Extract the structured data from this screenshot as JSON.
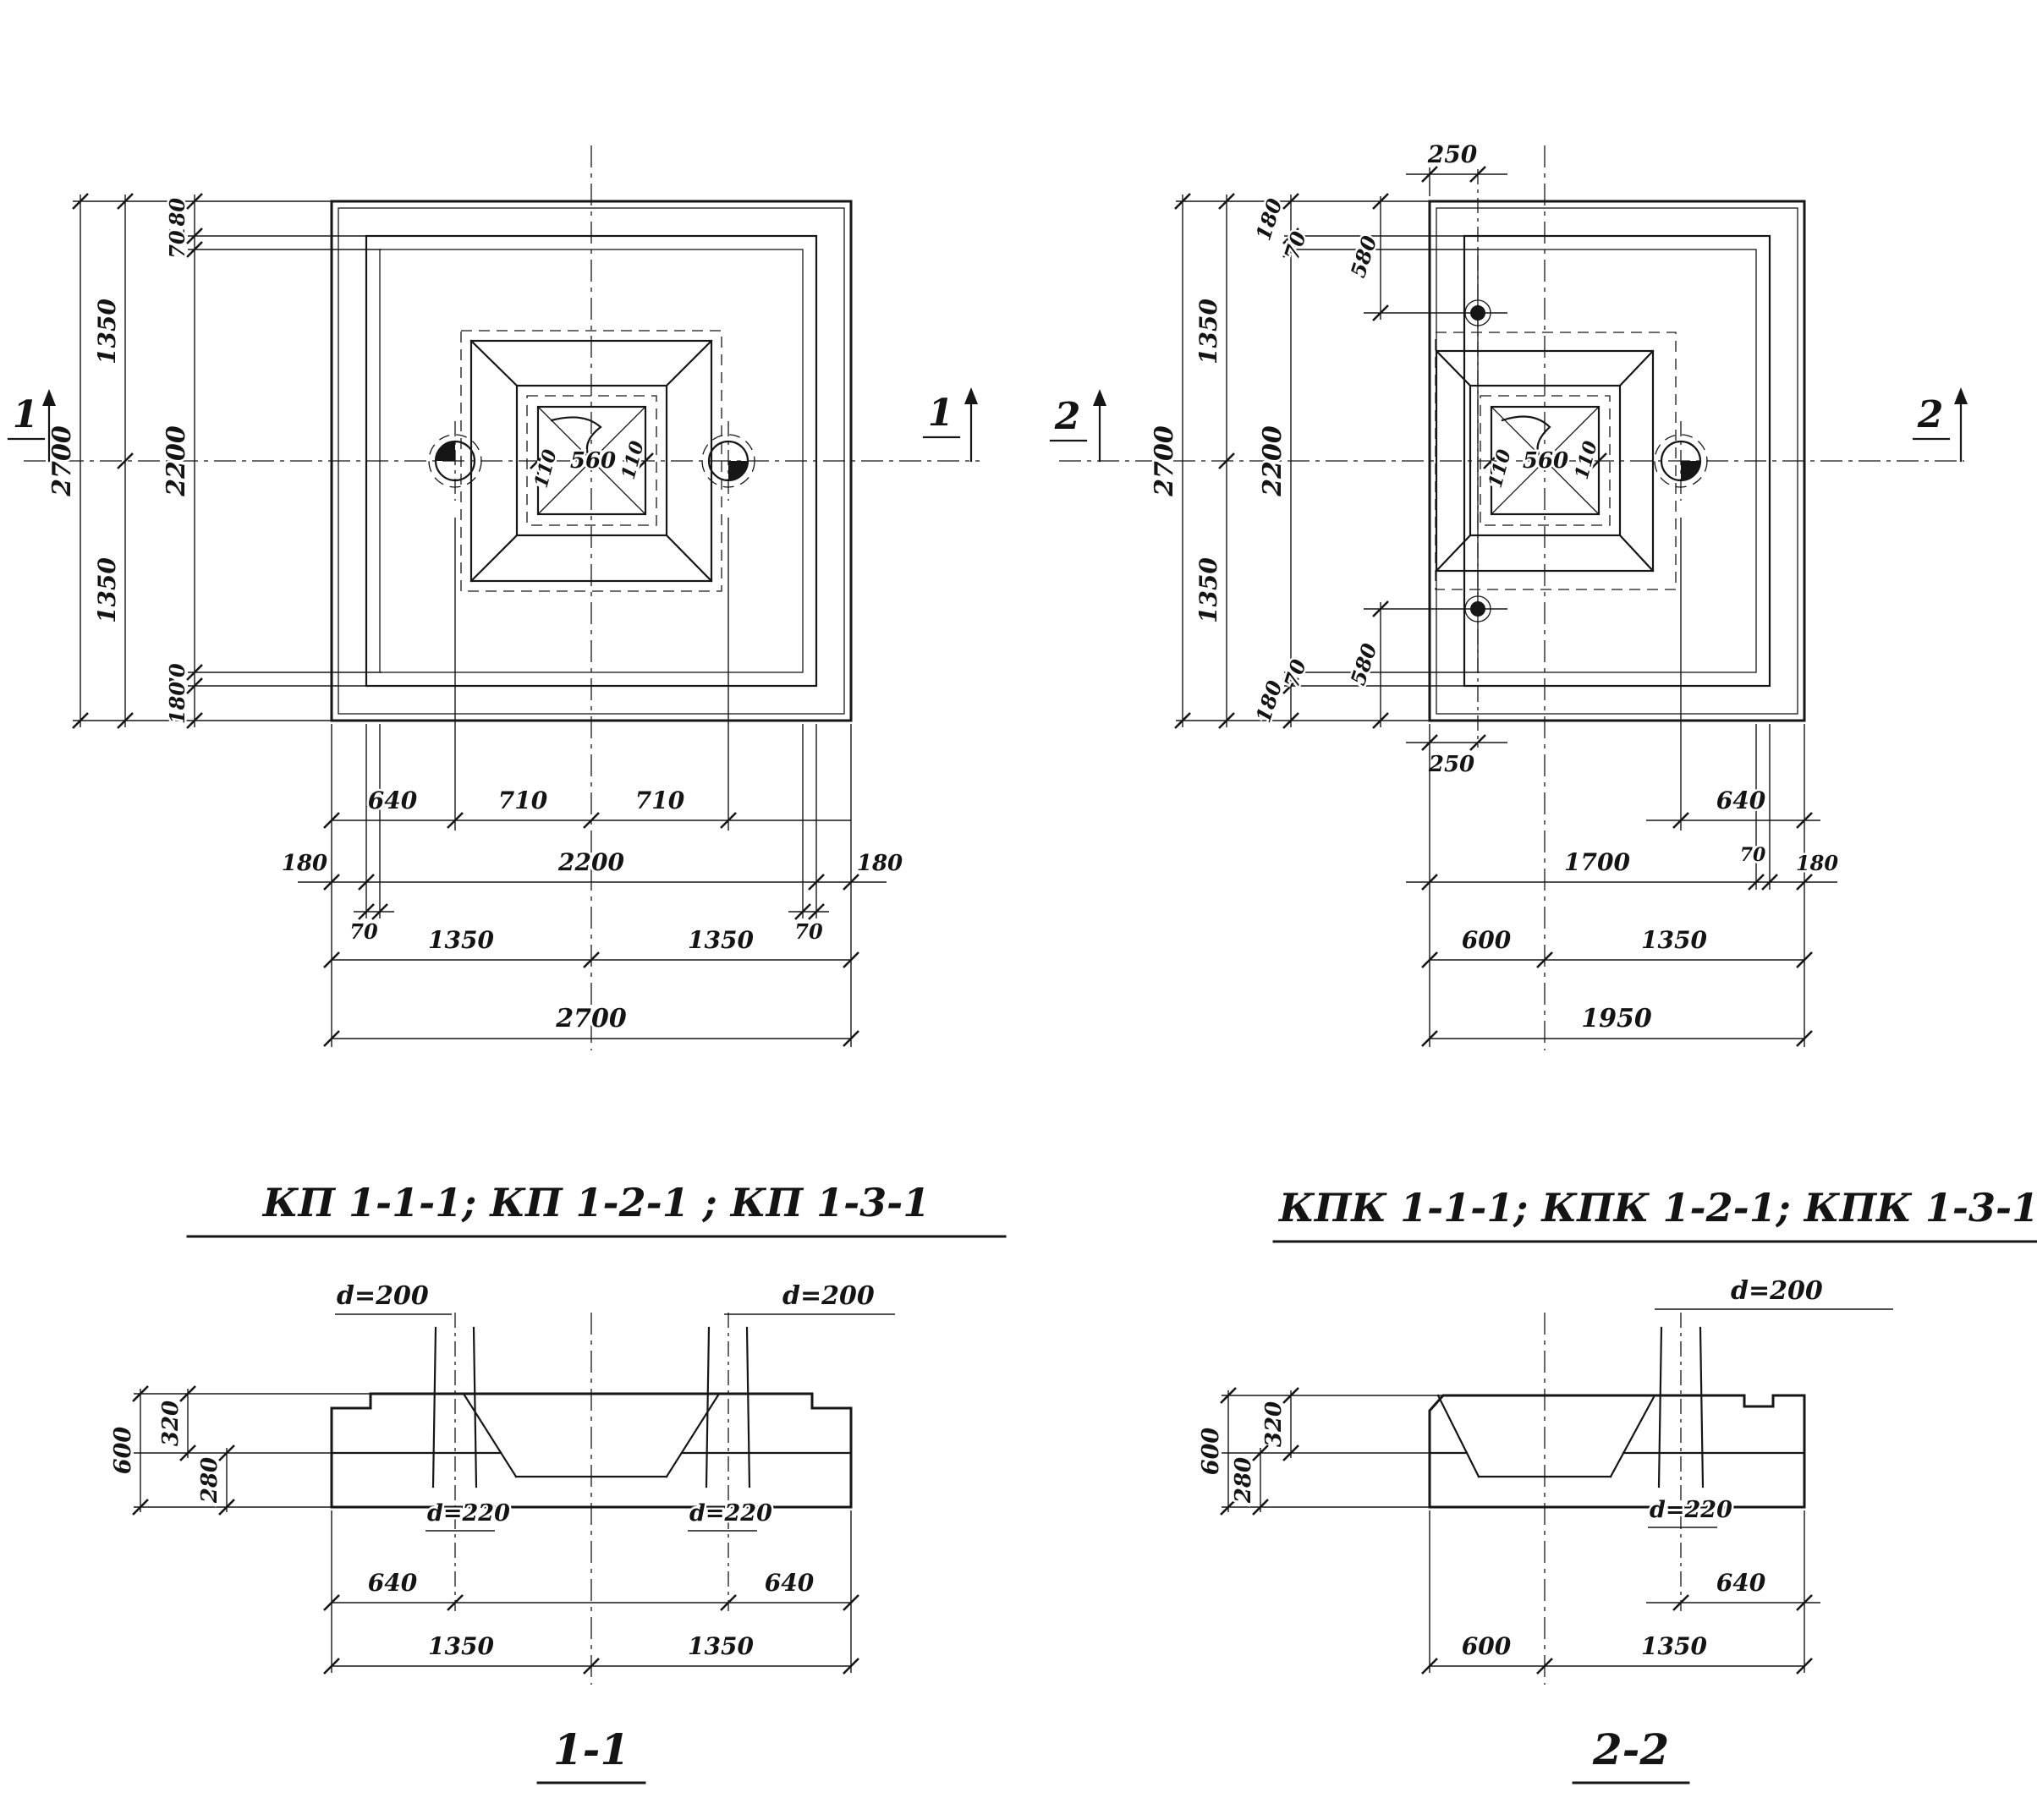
{
  "drawing": {
    "title_kp": "КП 1-1-1; КП 1-2-1 ; КП 1-3-1",
    "title_kpk": "КПК 1-1-1; КПК 1-2-1; КПК 1-3-1",
    "section1_title": "1-1",
    "section2_title": "2-2"
  },
  "plan1": {
    "marker": "1",
    "v2700": "2700",
    "v1350a": "1350",
    "v1350b": "1350",
    "v180t": "180",
    "v70t": "70",
    "v2200": "2200",
    "v70b": "70",
    "v180b": "180",
    "cup_left": "110",
    "cup": "560",
    "cup_right": "110",
    "b640": "640",
    "b710a": "710",
    "b710b": "710",
    "b180l": "180",
    "b2200": "2200",
    "b180r": "180",
    "b70l": "70",
    "b70r": "70",
    "b1350a": "1350",
    "b1350b": "1350",
    "b2700": "2700"
  },
  "plan2": {
    "marker": "2",
    "t250": "250",
    "v2700": "2700",
    "v1350a": "1350",
    "v1350b": "1350",
    "v180t": "180",
    "v70t": "70",
    "v580t": "580",
    "v2200": "2200",
    "v70b": "70",
    "v580b": "580",
    "v180b": "180",
    "b250": "250",
    "cup_left": "110",
    "cup": "560",
    "cup_right": "110",
    "b640": "640",
    "b1700": "1700",
    "b70": "70",
    "b180": "180",
    "b600": "600",
    "b1350": "1350",
    "b1950": "1950"
  },
  "sec1": {
    "d200l": "d=200",
    "d200r": "d=200",
    "d220l": "d=220",
    "d220r": "d=220",
    "v600": "600",
    "v320": "320",
    "v280": "280",
    "b640l": "640",
    "b640r": "640",
    "b1350l": "1350",
    "b1350r": "1350"
  },
  "sec2": {
    "d200": "d=200",
    "d220": "d=220",
    "v600": "600",
    "v320": "320",
    "v280": "280",
    "b640": "640",
    "b600": "600",
    "b1350": "1350"
  }
}
